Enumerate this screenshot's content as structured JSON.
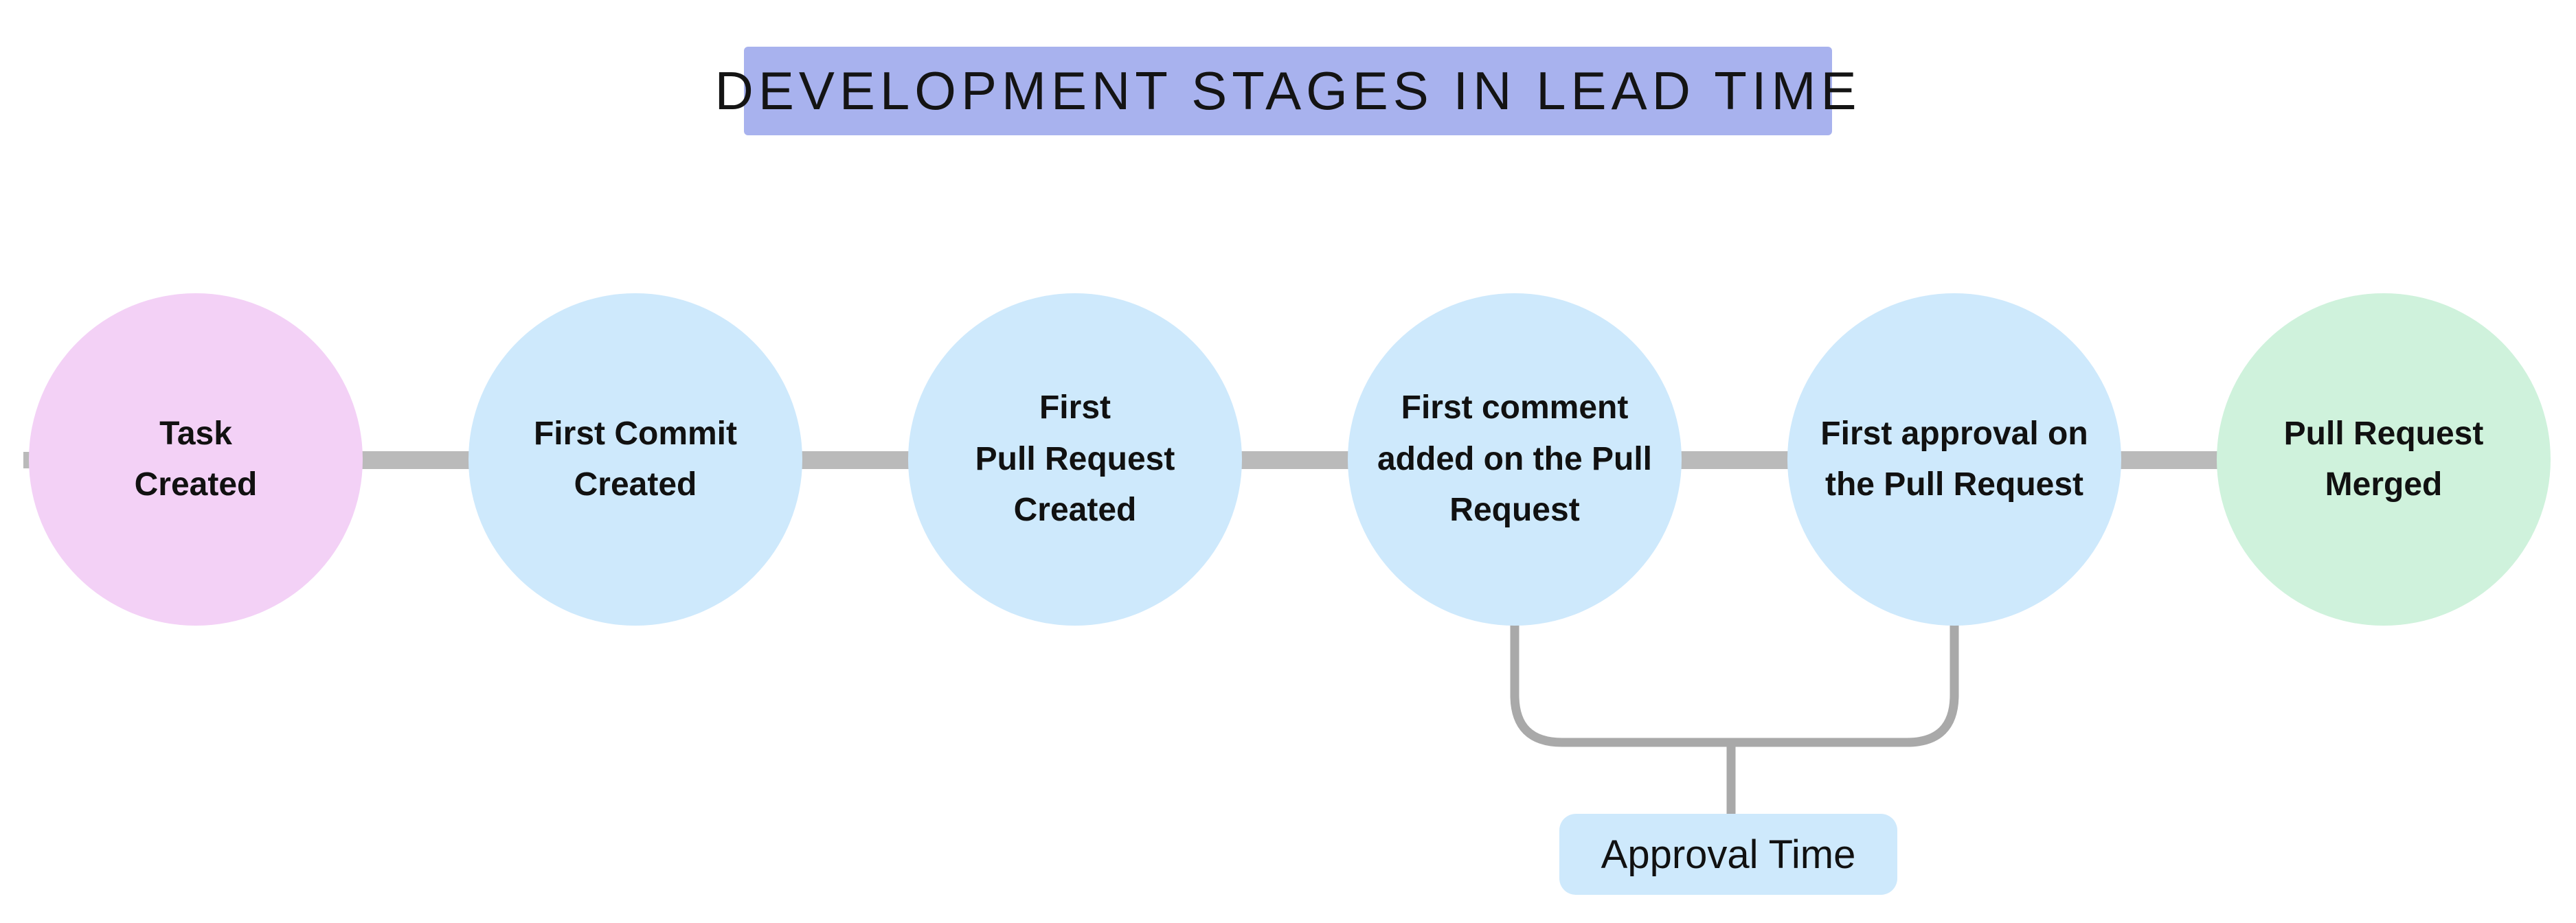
{
  "page": {
    "background": "#ffffff"
  },
  "title": {
    "text": "DEVELOPMENT STAGES IN LEAD TIME",
    "background": "#a8b2ee",
    "text_color": "#141414"
  },
  "flow": {
    "direction": "left-to-right",
    "connector_color": "#bababa",
    "text_color": "#111111",
    "stages": [
      {
        "label": "Task\nCreated",
        "fill": "#f3d1f6"
      },
      {
        "label": "First Commit\nCreated",
        "fill": "#cee9fc"
      },
      {
        "label": "First\nPull Request\nCreated",
        "fill": "#cee9fc"
      },
      {
        "label": "First comment\nadded on the Pull\nRequest",
        "fill": "#cee9fc"
      },
      {
        "label": "First approval on\nthe Pull Request",
        "fill": "#cee9fc"
      },
      {
        "label": "Pull Request\nMerged",
        "fill": "#cff2dc"
      }
    ]
  },
  "annotation": {
    "label": "Approval Time",
    "background": "#cee9fc",
    "bracket_color": "#a9a9a9",
    "spans_stages": [
      "First comment added on the Pull Request",
      "First approval on the Pull Request"
    ]
  }
}
